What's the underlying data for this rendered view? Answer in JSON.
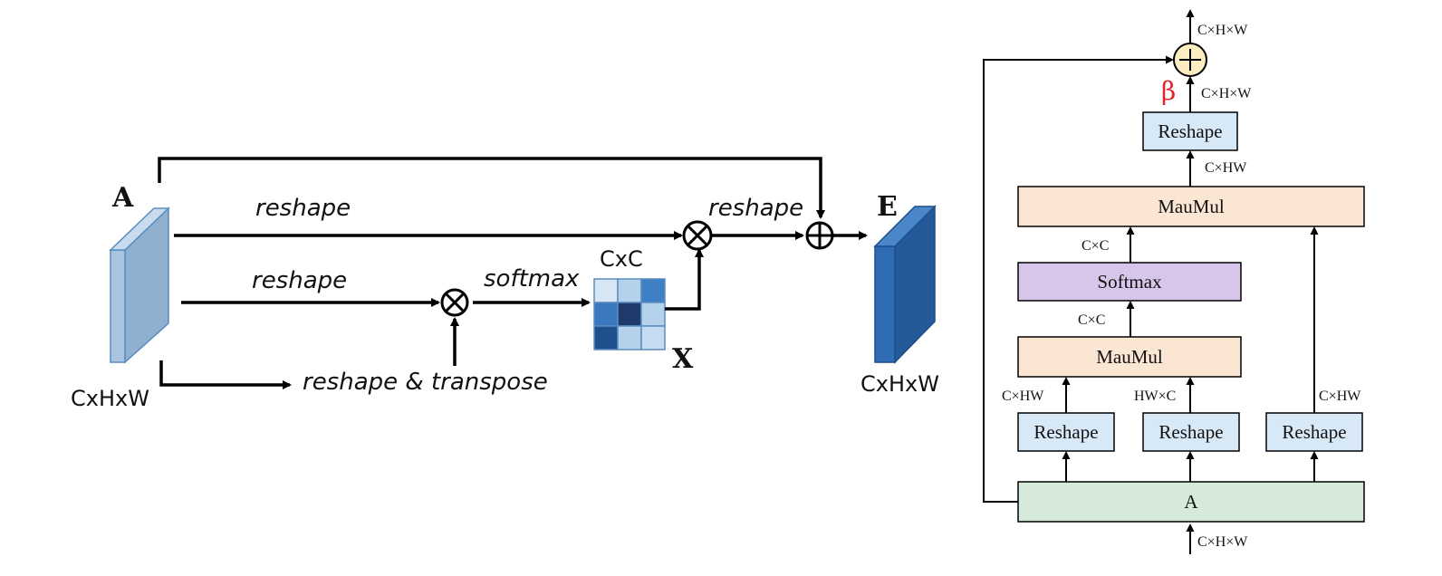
{
  "left": {
    "input_label": "A",
    "input_dims": "CxHxW",
    "output_label": "E",
    "output_dims": "CxHxW",
    "attention_label": "X",
    "attention_dims": "CxC",
    "ops": {
      "reshape_top": "reshape",
      "reshape_mid": "reshape",
      "reshape_transpose": "reshape & transpose",
      "softmax": "softmax",
      "reshape_out": "reshape"
    },
    "colors": {
      "input_front": "#a9c4de",
      "input_side": "#8fb0cf",
      "output_front": "#2e6db5",
      "output_side": "#245a99"
    },
    "matrix_colors": [
      [
        "#d6e6f5",
        "#b5d2ec",
        "#3f7fc3"
      ],
      [
        "#3a78bf",
        "#1f3a6b",
        "#b5d2ec"
      ],
      [
        "#1f4f8c",
        "#b5d2ec",
        "#c5dcf0"
      ]
    ]
  },
  "right": {
    "boxes": {
      "reshape_top": "Reshape",
      "maumul_top": "MauMul",
      "softmax": "Softmax",
      "maumul_mid": "MauMul",
      "reshape_left": "Reshape",
      "reshape_center": "Reshape",
      "reshape_right": "Reshape",
      "input_a": "A"
    },
    "dims": {
      "out_top": "C×H×W",
      "after_add_in": "C×H×W",
      "after_maumul_top": "C×HW",
      "after_softmax": "C×C",
      "after_maumul_mid": "C×C",
      "left_branch": "C×HW",
      "center_branch": "HW×C",
      "right_branch": "C×HW",
      "input_bottom": "C×H×W"
    },
    "beta": "β",
    "colors": {
      "reshape_fill": "#d7e8f7",
      "maumul_fill": "#fbe6d3",
      "softmax_fill": "#d7c6ea",
      "input_fill": "#d5eadb",
      "sum_fill": "#fdeec2"
    }
  }
}
